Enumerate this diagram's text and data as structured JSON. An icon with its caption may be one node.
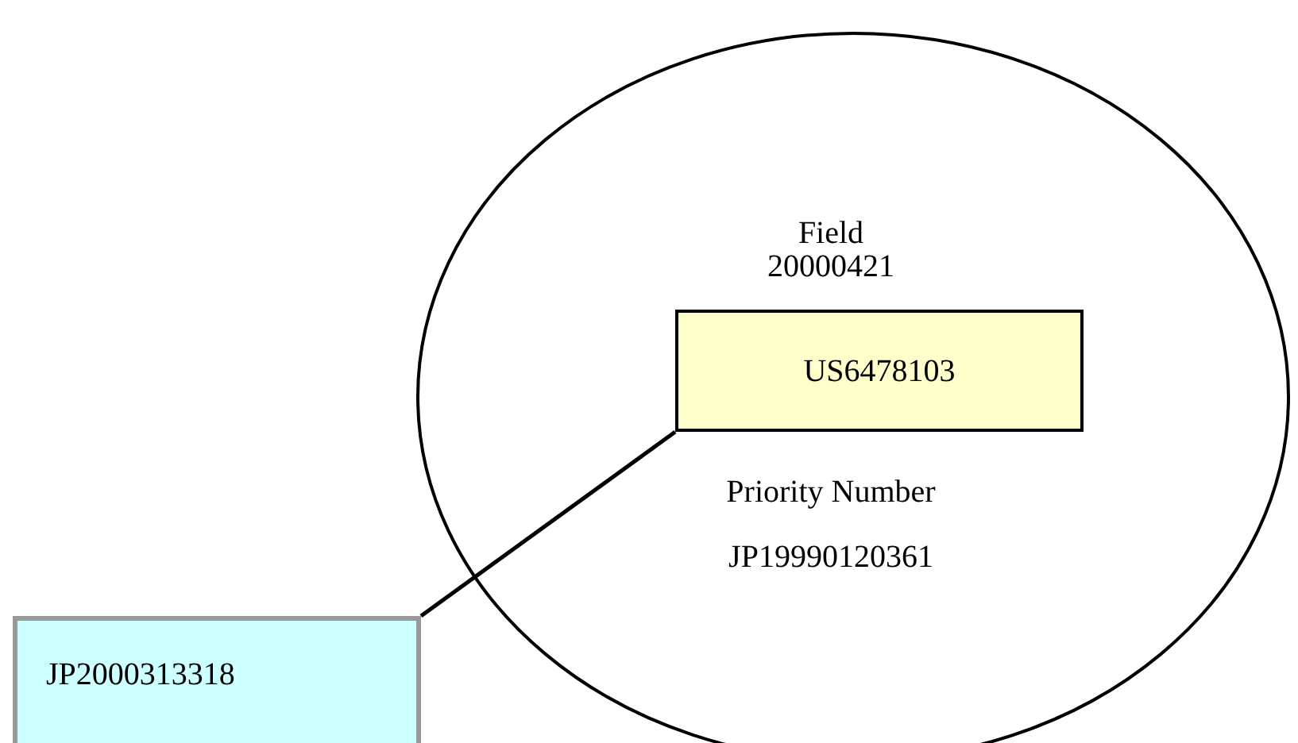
{
  "diagram": {
    "nodes": [
      {
        "text": [
          "Field",
          "20000421",
          "Priority Number",
          "JP19990120361"
        ]
      },
      {
        "text": [
          "US6478103"
        ],
        "in": 0
      },
      {
        "text": [
          "JP2000313318"
        ]
      }
    ],
    "edges": [
      {
        "from": 1,
        "to": 2,
        "arrow": "none"
      }
    ]
  }
}
